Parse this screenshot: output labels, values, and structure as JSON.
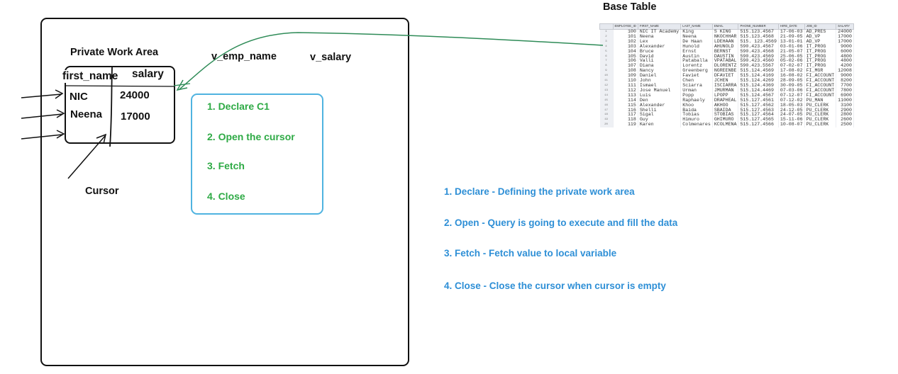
{
  "work_area": {
    "title": "Private Work Area",
    "col_first_name": "first_name",
    "col_salary": "salary",
    "rows": [
      {
        "first_name": "NIC",
        "salary": "24000"
      },
      {
        "first_name": "Neena",
        "salary": "17000"
      }
    ],
    "cursor_label": "Cursor"
  },
  "variables": {
    "emp_name": "v_emp_name",
    "salary": "v_salary"
  },
  "steps": [
    "1. Declare C1",
    "2. Open the cursor",
    "3. Fetch",
    "4. Close"
  ],
  "descriptions": [
    "1. Declare - Defining the private work area",
    "2. Open - Query is going to execute and fill the data",
    "3. Fetch - Fetch value to local variable",
    "4. Close - Close the cursor when cursor is empty"
  ],
  "base_table": {
    "title": "Base Table",
    "columns": [
      "EMPLOYEE_ID",
      "FIRST_NAME",
      "LAST_NAME",
      "EMAIL",
      "PHONE_NUMBER",
      "HIRE_DATE",
      "JOB_ID",
      "SALARY"
    ],
    "rows": [
      [
        "1",
        "100",
        "NIC IT Academy",
        "King",
        "S    KING",
        "515.123.4567",
        "17-06-03",
        "AD_PRES",
        "24000"
      ],
      [
        "2",
        "101",
        "Neena",
        "Neena",
        "NKOCHHAR",
        "515.123.4568",
        "21-09-05",
        "AD_VP",
        "17000"
      ],
      [
        "3",
        "102",
        "Lex",
        "De Haan",
        "LDEHAAN",
        "515.   123.4569",
        "13-01-01",
        "AD_VP",
        "17000"
      ],
      [
        "4",
        "103",
        "Alexander",
        "Hunold",
        "AHUNOLD",
        "590.423.4567",
        "03-01-06",
        "IT_PROG",
        "9000"
      ],
      [
        "5",
        "104",
        "Bruce",
        "Ernst",
        "BERNST",
        "590.423.4568",
        "21-05-07",
        "IT_PROG",
        "6000"
      ],
      [
        "6",
        "105",
        "David",
        "Austin",
        "DAUSTIN",
        "590.423.4569",
        "25-06-05",
        "IT_PROG",
        "4800"
      ],
      [
        "7",
        "106",
        "Valli",
        "Pataballa",
        "VPATABAL",
        "590.423.4560",
        "05-02-06",
        "IT_PROG",
        "4800"
      ],
      [
        "8",
        "107",
        "Diana",
        "Lorentz",
        "DLORENTZ",
        "590.423.5567",
        "07-02-07",
        "IT_PROG",
        "4200"
      ],
      [
        "9",
        "108",
        "Nancy",
        "Greenberg",
        "NGREENBE",
        "515.124.4569",
        "17-08-02",
        "FI_MGR",
        "12008"
      ],
      [
        "10",
        "109",
        "Daniel",
        "Faviet",
        "DFAVIET",
        "515.124.4169",
        "16-08-02",
        "FI_ACCOUNT",
        "9000"
      ],
      [
        "11",
        "110",
        "John",
        "Chen",
        "JCHEN",
        "515.124.4269",
        "28-09-05",
        "FI_ACCOUNT",
        "8200"
      ],
      [
        "12",
        "111",
        "Ismael",
        "Sciarra",
        "ISCIARRA",
        "515.124.4369",
        "30-09-05",
        "FI_ACCOUNT",
        "7700"
      ],
      [
        "13",
        "112",
        "Jose Manuel",
        "Urman",
        "JMURMAN",
        "515.124.4469",
        "07-03-06",
        "FI_ACCOUNT",
        "7800"
      ],
      [
        "14",
        "113",
        "Luis",
        "Popp",
        "LPOPP",
        "515.124.4567",
        "07-12-07",
        "FI_ACCOUNT",
        "6900"
      ],
      [
        "15",
        "114",
        "Den",
        "Raphaely",
        "DRAPHEAL",
        "515.127.4561",
        "07-12-02",
        "PU_MAN",
        "11000"
      ],
      [
        "16",
        "115",
        "Alexander",
        "Khoo",
        "AKHOO",
        "515.127.4562",
        "18-05-03",
        "PU_CLERK",
        "3100"
      ],
      [
        "17",
        "116",
        "Shelli",
        "Baida",
        "SBAIDA",
        "515.127.4563",
        "24-12-05",
        "PU_CLERK",
        "2900"
      ],
      [
        "18",
        "117",
        "Sigal",
        "Tobias",
        "STOBIAS",
        "515.127.4564",
        "24-07-05",
        "PU_CLERK",
        "2800"
      ],
      [
        "19",
        "118",
        "Guy",
        "Himuro",
        "GHIMURO",
        "515.127.4565",
        "15-11-06",
        "PU_CLERK",
        "2600"
      ],
      [
        "20",
        "119",
        "Karen",
        "Colmenares",
        "KCOLMENA",
        "515.127.4566",
        "10-08-07",
        "PU_CLERK",
        "2500"
      ]
    ]
  },
  "colors": {
    "step_green": "#2eaa45",
    "desc_blue": "#2e8fd6",
    "box_blue": "#4fb3e0",
    "arrow_green": "#2e8b57"
  }
}
